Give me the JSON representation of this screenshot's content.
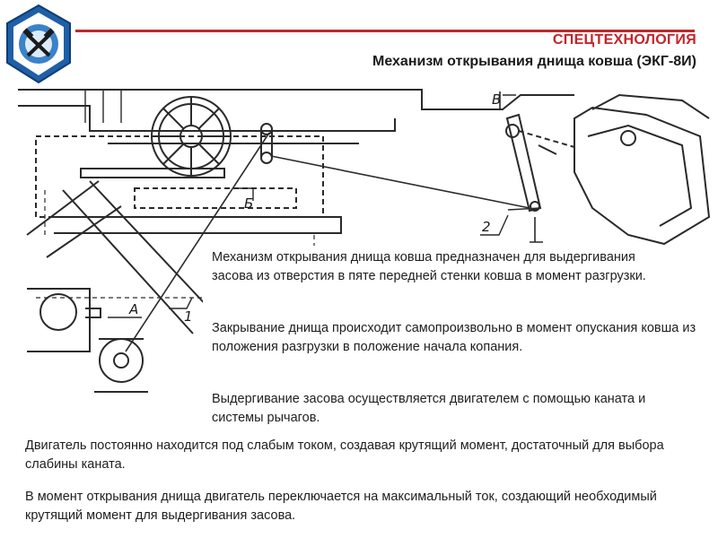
{
  "header": {
    "brand": "СПЕЦТЕХНОЛОГИЯ",
    "title": "Механизм открывания днища ковша (ЭКГ-8И)"
  },
  "drawing": {
    "labels": {
      "section_v_top": "В",
      "section_v_bottom": "В",
      "mark_b": "Б",
      "mark_a": "А",
      "callout_1": "1",
      "callout_2": "2"
    }
  },
  "paragraphs": {
    "p1": "Механизм открывания днища ковша предназначен для выдергивания засова из отверстия в пяте передней стенки ковша в момент разгрузки.",
    "p2": "Закрывание днища происходит самопроизвольно в момент опускания ковша из положения разгрузки в положение начала копания.",
    "p3": "Выдергивание засова осуществляется двигателем с помощью каната и системы рычагов.",
    "p4": "Двигатель постоянно находится под слабым током, создавая крутящий момент, достаточный для выбора слабины каната.",
    "p5": "В момент открывания днища двигатель переключается на максимальный ток, создающий необходимый крутящий момент для выдергивания засова."
  },
  "colors": {
    "accent": "#c0262c",
    "logo_blue": "#1f5fa8"
  }
}
